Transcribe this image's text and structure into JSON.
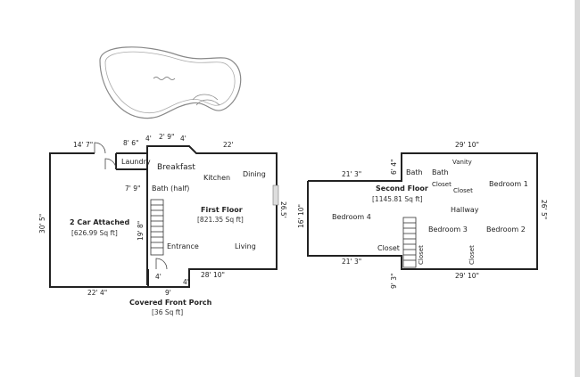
{
  "first_floor": {
    "garage_title": "2 Car Attached",
    "garage_area": "[626.99 Sq ft]",
    "floor_title": "First Floor",
    "floor_area": "[821.35 Sq ft]",
    "rooms": {
      "laundry": "Laundry",
      "breakfast": "Breakfast",
      "kitchen": "Kitchen",
      "dining": "Dining",
      "bath_half": "Bath (half)",
      "entrance": "Entrance",
      "living": "Living"
    },
    "dims": {
      "top_left": "14' 7\"",
      "top_mid1": "8' 6\"",
      "bay1": "4'",
      "bay2": "2' 9\"",
      "bay3": "4'",
      "top_right": "22'",
      "laundry_depth": "7' 9\"",
      "garage_height": "30' 5\"",
      "stair_len": "19' 8\"",
      "right_height": "26.5'",
      "garage_width": "22' 4\"",
      "porch_small": "4'",
      "porch_width": "9'",
      "porch_small2": "4'",
      "bottom_right": "28' 10\""
    },
    "porch_title": "Covered Front Porch",
    "porch_area": "[36 Sq ft]"
  },
  "second_floor": {
    "floor_title": "Second Floor",
    "floor_area": "[1145.81 Sq ft]",
    "rooms": {
      "bath1": "Bath",
      "bath2": "Bath",
      "vanity": "Vanity",
      "closet1": "Closet",
      "closet2": "Closet",
      "bedroom1": "Bedroom 1",
      "bedroom2": "Bedroom 2",
      "bedroom3": "Bedroom 3",
      "bedroom4": "Bedroom 4",
      "hallway": "Hallway",
      "closet3": "Closet",
      "closet_v1": "Closet",
      "closet_v2": "Closet"
    },
    "dims": {
      "top": "29' 10\"",
      "upper_left": "21' 3\"",
      "notch_top": "6' 4\"",
      "left_height": "16' 10\"",
      "right_height": "26' 5\"",
      "lower_left": "21' 3\"",
      "notch_bottom": "9' 3\"",
      "bottom": "29' 10\""
    }
  }
}
